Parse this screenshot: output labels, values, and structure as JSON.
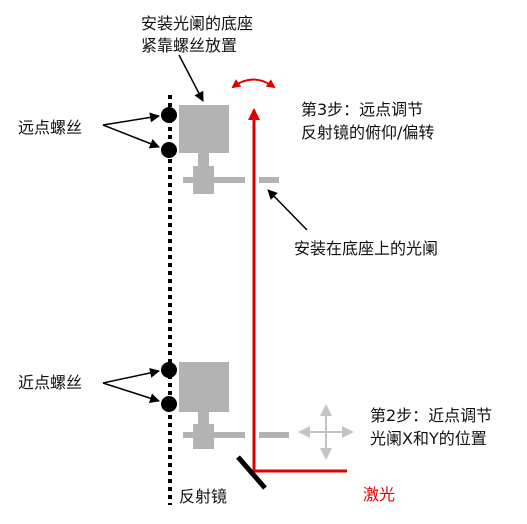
{
  "labels": {
    "base_note_line1": "安装光阑的底座",
    "base_note_line2": "紧靠螺丝放置",
    "far_screws": "远点螺丝",
    "near_screws": "近点螺丝",
    "step3_line1": "第3步：远点调节",
    "step3_line2": "反射镜的俯仰/偏转",
    "aperture_on_base": "安装在底座上的光阑",
    "step2_line1": "第2步：近点调节",
    "step2_line2": "光阑X和Y的位置",
    "mirror": "反射镜",
    "laser": "激光"
  },
  "colors": {
    "laser": "#e00000",
    "mount": "#b3b3b3",
    "aperture": "#b3b3b3",
    "screw": "#000000",
    "text": "#111111"
  }
}
